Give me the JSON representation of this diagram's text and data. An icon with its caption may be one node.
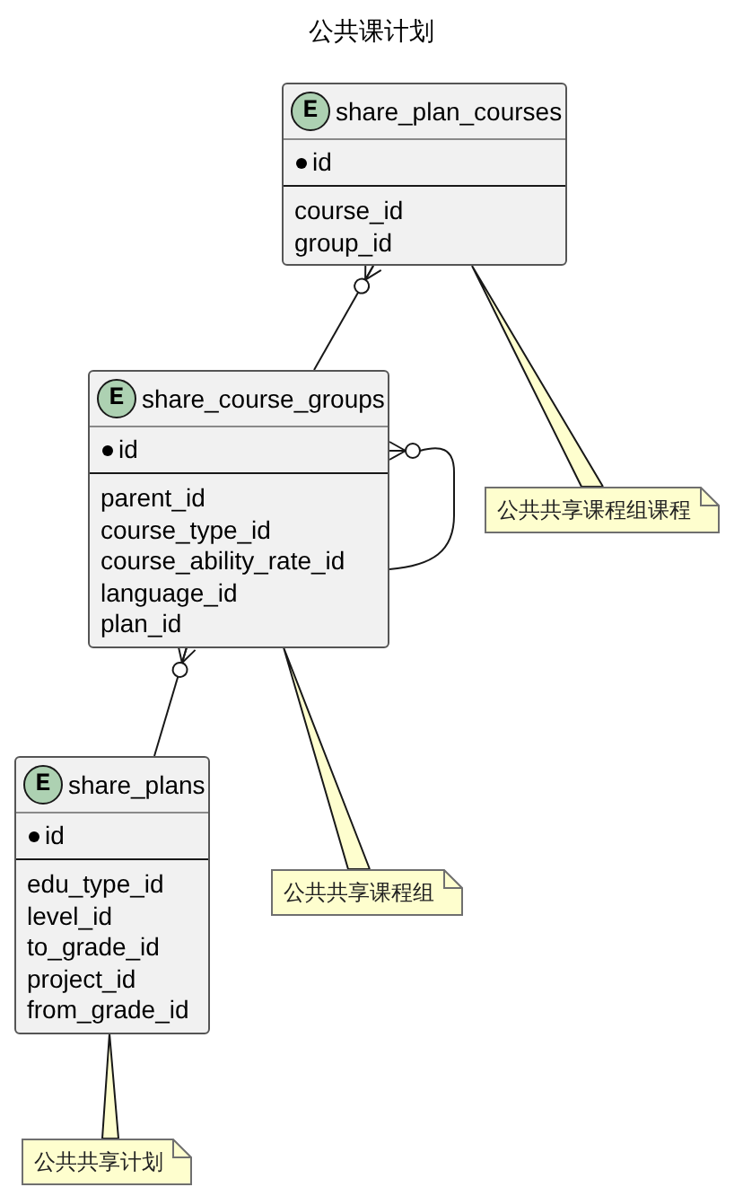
{
  "diagram": {
    "title": "公共课计划",
    "nodes": [
      {
        "text": [
          "E",
          "share_plan_courses",
          "id",
          "course_id",
          "group_id"
        ]
      },
      {
        "text": [
          "E",
          "share_course_groups",
          "id",
          "parent_id",
          "course_type_id",
          "course_ability_rate_id",
          "language_id",
          "plan_id"
        ]
      },
      {
        "text": [
          "公共共享课程组课程"
        ]
      },
      {
        "text": [
          "E",
          "share_plans",
          "id",
          "edu_type_id",
          "level_id",
          "to_grade_id",
          "project_id",
          "from_grade_id"
        ]
      },
      {
        "text": [
          "公共共享课程组"
        ]
      },
      {
        "text": [
          "公共共享计划"
        ]
      }
    ],
    "edges": [
      {
        "from": 1,
        "to": 0,
        "arrow": "other"
      },
      {
        "from": 2,
        "to": 0,
        "arrow": "none"
      },
      {
        "from": 1,
        "to": 1,
        "arrow": "other"
      },
      {
        "from": 3,
        "to": 1,
        "arrow": "other"
      },
      {
        "from": 4,
        "to": 1,
        "arrow": "none"
      },
      {
        "from": 5,
        "to": 3,
        "arrow": "none"
      }
    ]
  }
}
